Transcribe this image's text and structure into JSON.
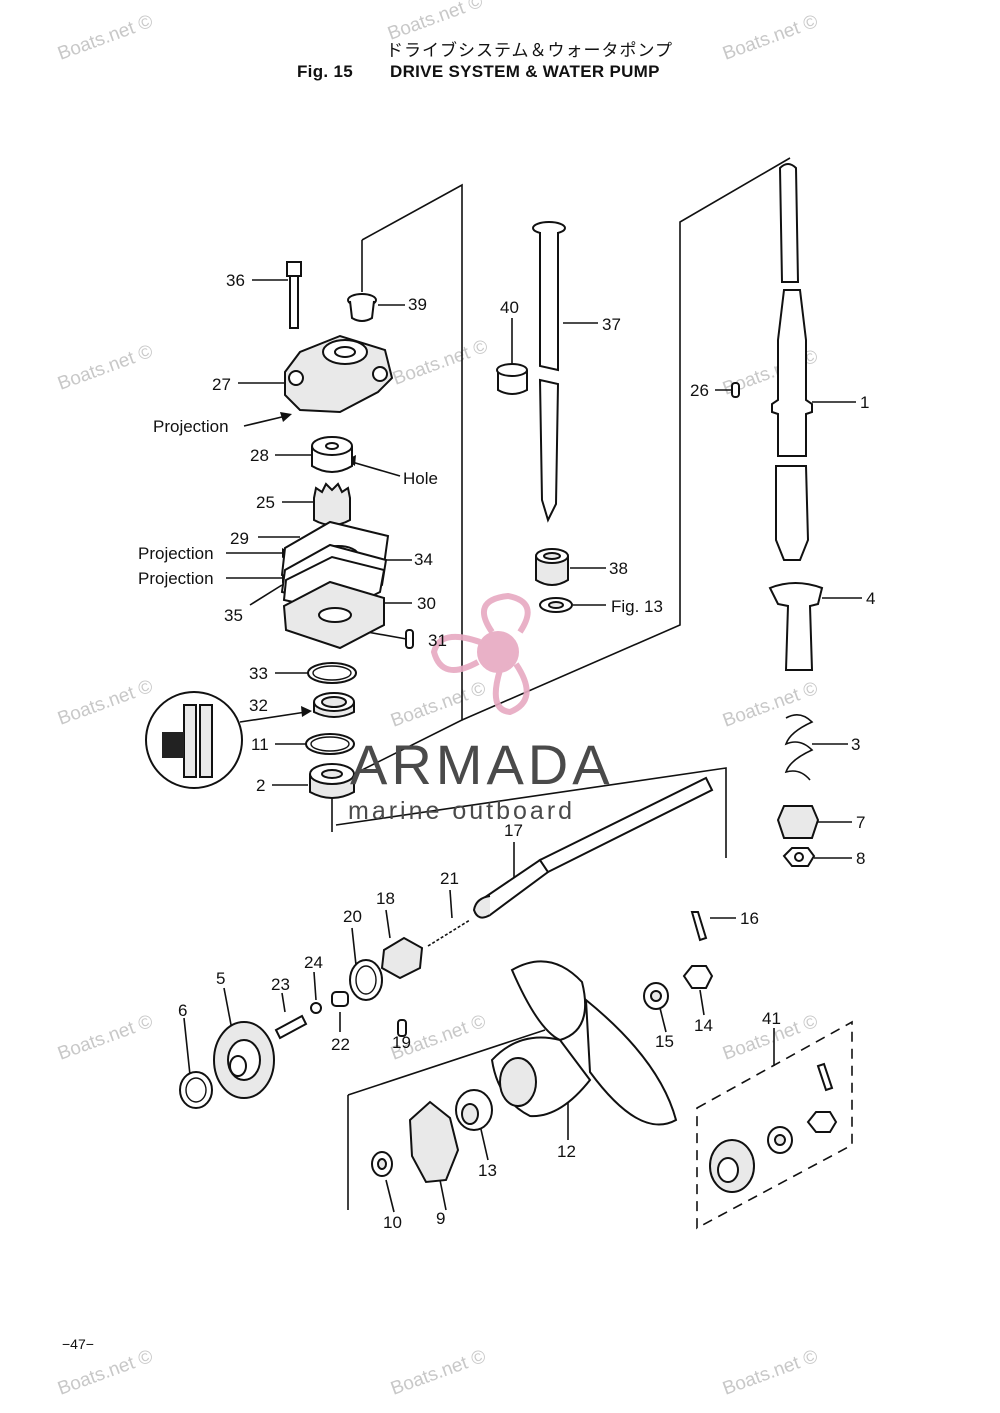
{
  "header": {
    "japanese_title": "ドライブシステム＆ウォータポンプ",
    "fig_label": "Fig. 15",
    "title": "DRIVE SYSTEM & WATER PUMP"
  },
  "part_labels": {
    "p1": "1",
    "p2": "2",
    "p3": "3",
    "p4": "4",
    "p5": "5",
    "p6": "6",
    "p7": "7",
    "p8": "8",
    "p9": "9",
    "p10": "10",
    "p11": "11",
    "p12": "12",
    "p13": "13",
    "p14": "14",
    "p15": "15",
    "p16": "16",
    "p17": "17",
    "p18": "18",
    "p19": "19",
    "p20": "20",
    "p21": "21",
    "p22": "22",
    "p23": "23",
    "p24": "24",
    "p25": "25",
    "p26": "26",
    "p27": "27",
    "p28": "28",
    "p29": "29",
    "p30": "30",
    "p31": "31",
    "p32": "32",
    "p33": "33",
    "p34": "34",
    "p35": "35",
    "p36": "36",
    "p37": "37",
    "p38": "38",
    "p39": "39",
    "p40": "40",
    "p41": "41"
  },
  "callouts": {
    "projection_1": "Projection",
    "projection_2": "Projection",
    "projection_3": "Projection",
    "hole": "Hole",
    "fig_ref": "Fig. 13"
  },
  "watermark": "Boats.net ©",
  "brand": {
    "name": "ARMADA",
    "tagline": "marine outboard",
    "logo_color": "#e7a9c2",
    "text_color": "#4a4a4a"
  },
  "page_number": "−47−"
}
